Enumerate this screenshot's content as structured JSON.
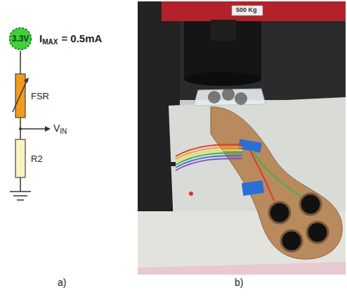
{
  "diagram": {
    "nodes": [
      {
        "text": [
          "3.3V"
        ]
      },
      {
        "text": [
          "FSR"
        ]
      },
      {
        "text": [
          "R2"
        ]
      }
    ],
    "edges": [
      {
        "from": 0,
        "to": 1,
        "arrow": "none"
      },
      {
        "from": 1,
        "to": 2,
        "arrow": "none"
      }
    ],
    "labels": [
      "I",
      "MAX",
      "= 0.5mA",
      "V",
      "IN",
      "a)",
      "b)",
      "500 Kg"
    ]
  }
}
